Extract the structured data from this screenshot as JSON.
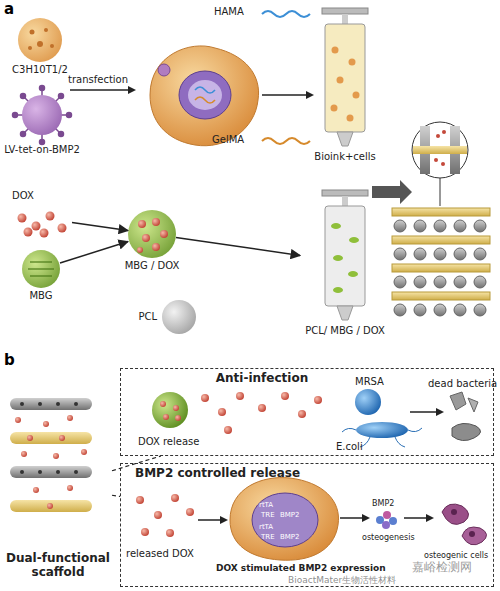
{
  "diagram": {
    "nodes": [
      {
        "text": [
          "C3H10T1/2"
        ]
      },
      {
        "text": [
          "LV-tet-on-BMP2"
        ]
      },
      {
        "text": [
          "DOX"
        ]
      },
      {
        "text": [
          "MBG"
        ]
      },
      {
        "text": [
          "MBG / DOX"
        ]
      },
      {
        "text": [
          "PCL"
        ]
      },
      {
        "text": [
          "Bioink+cells"
        ]
      },
      {
        "text": [
          "PCL/ MBG / DOX"
        ]
      },
      {
        "text": [
          "Anti-infection"
        ]
      },
      {
        "text": [
          "BMP2 controlled release"
        ]
      },
      {
        "text": [
          "Dual-functional scaffold"
        ]
      }
    ],
    "edges": [
      {
        "from": 2,
        "to": 4,
        "arrow": "to"
      },
      {
        "from": 3,
        "to": 4,
        "arrow": "to"
      },
      {
        "from": 4,
        "to": 7,
        "arrow": "to"
      },
      {
        "from": 10,
        "to": 8,
        "arrow": "none"
      },
      {
        "from": 10,
        "to": 9,
        "arrow": "none"
      }
    ],
    "labels": [
      "a",
      "transfection",
      "HAMA",
      "GelMA",
      "b",
      "MRSA",
      "E.coli",
      "dead bacteria",
      "DOX release",
      "rtTA",
      "TRE",
      "BMP2",
      "rtTA",
      "TRE",
      "BMP2",
      "released DOX",
      "DOX stimulated BMP2 expression",
      "BMP2",
      "osteogenesis",
      "osteogenic cells",
      "嘉峪检测网",
      "BioactMater生物活性材料"
    ]
  }
}
